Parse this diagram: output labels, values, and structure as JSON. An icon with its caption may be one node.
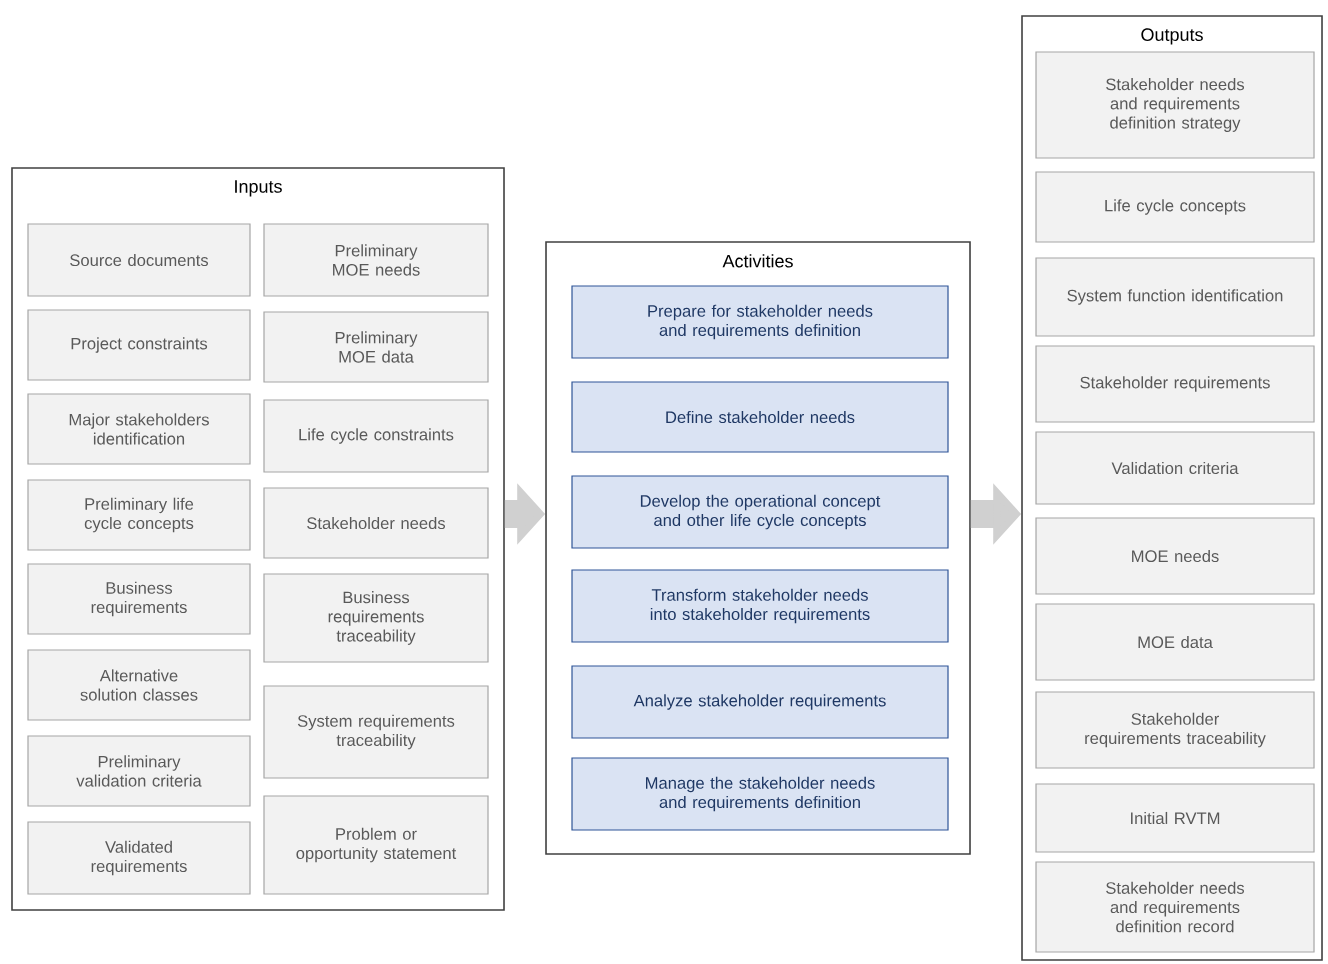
{
  "diagram": {
    "nodes": [
      {
        "text": [
          "Inputs"
        ]
      },
      {
        "text": [
          "Source documents"
        ],
        "in": 0
      },
      {
        "text": [
          "Preliminary MOE needs"
        ],
        "in": 0
      },
      {
        "text": [
          "Project constraints"
        ],
        "in": 0
      },
      {
        "text": [
          "Preliminary MOE data"
        ],
        "in": 0
      },
      {
        "text": [
          "Major stakeholders identification"
        ],
        "in": 0
      },
      {
        "text": [
          "Life cycle constraints"
        ],
        "in": 0
      },
      {
        "text": [
          "Preliminary life cycle concepts"
        ],
        "in": 0
      },
      {
        "text": [
          "Stakeholder needs"
        ],
        "in": 0
      },
      {
        "text": [
          "Business requirements"
        ],
        "in": 0
      },
      {
        "text": [
          "Business requirements traceability"
        ],
        "in": 0
      },
      {
        "text": [
          "Alternative solution classes"
        ],
        "in": 0
      },
      {
        "text": [
          "System requirements traceability"
        ],
        "in": 0
      },
      {
        "text": [
          "Preliminary validation criteria"
        ],
        "in": 0
      },
      {
        "text": [
          "Problem or opportunity statement"
        ],
        "in": 0
      },
      {
        "text": [
          "Validated requirements"
        ],
        "in": 0
      },
      {
        "text": [
          "Activities"
        ]
      },
      {
        "text": [
          "Prepare for stakeholder needs and requirements definition"
        ],
        "in": 16
      },
      {
        "text": [
          "Define stakeholder needs"
        ],
        "in": 16
      },
      {
        "text": [
          "Develop the operational concept and other life cycle concepts"
        ],
        "in": 16
      },
      {
        "text": [
          "Transform stakeholder needs into stakeholder requirements"
        ],
        "in": 16
      },
      {
        "text": [
          "Analyze stakeholder requirements"
        ],
        "in": 16
      },
      {
        "text": [
          "Manage the stakeholder needs and requirements definition"
        ],
        "in": 16
      },
      {
        "text": [
          "Outputs"
        ]
      },
      {
        "text": [
          "Stakeholder needs and requirements definition strategy"
        ],
        "in": 23
      },
      {
        "text": [
          "Life cycle concepts"
        ],
        "in": 23
      },
      {
        "text": [
          "System function identification"
        ],
        "in": 23
      },
      {
        "text": [
          "Stakeholder requirements"
        ],
        "in": 23
      },
      {
        "text": [
          "Validation criteria"
        ],
        "in": 23
      },
      {
        "text": [
          "MOE needs"
        ],
        "in": 23
      },
      {
        "text": [
          "MOE data"
        ],
        "in": 23
      },
      {
        "text": [
          "Stakeholder requirements traceability"
        ],
        "in": 23
      },
      {
        "text": [
          "Initial RVTM"
        ],
        "in": 23
      },
      {
        "text": [
          "Stakeholder needs and requirements definition record"
        ],
        "in": 23
      }
    ],
    "edges": [
      {
        "from": 0,
        "to": 16,
        "arrow": "to"
      },
      {
        "from": 16,
        "to": 23,
        "arrow": "to"
      }
    ]
  }
}
